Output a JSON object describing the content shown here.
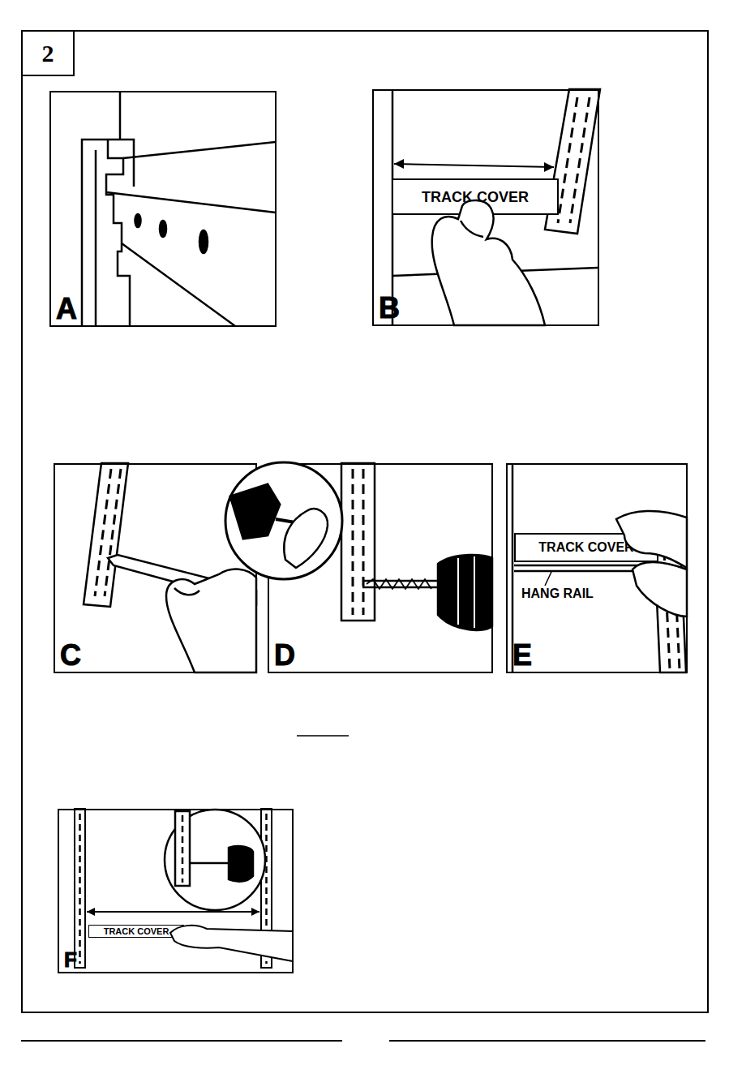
{
  "diagram": {
    "nodes": [
      {
        "text": [
          "2"
        ]
      },
      {
        "text": [
          "A"
        ]
      },
      {
        "text": [
          "B"
        ]
      },
      {
        "text": [
          "TRACK COVER"
        ],
        "in": 2
      },
      {
        "text": [
          "C"
        ]
      },
      {
        "text": [
          "D"
        ]
      },
      {
        "text": [
          "E"
        ]
      },
      {
        "text": [
          "TRACK COVER"
        ],
        "in": 6
      },
      {
        "text": [
          "F"
        ]
      },
      {
        "text": [
          "TRACK COVER"
        ],
        "in": 8
      }
    ],
    "labels": [
      "HANG RAIL"
    ]
  }
}
